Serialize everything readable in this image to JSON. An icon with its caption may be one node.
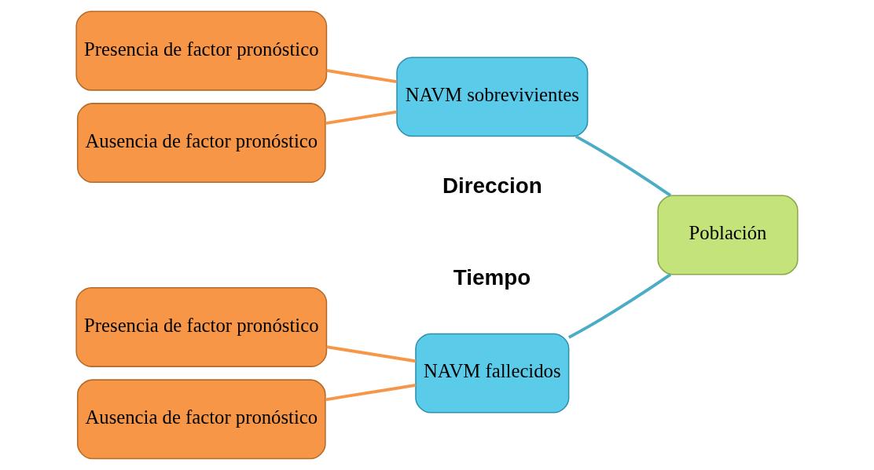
{
  "diagram": {
    "nodes": [
      {
        "text": [
          "Presencia de factor pronóstico"
        ]
      },
      {
        "text": [
          "Ausencia de factor pronóstico"
        ]
      },
      {
        "text": [
          "NAVM fallecidos"
        ]
      },
      {
        "text": [
          "Presencia de factor pronóstico"
        ]
      },
      {
        "text": [
          "Ausencia de factor pronóstico"
        ]
      },
      {
        "text": [
          "NAVM sobrevivientes"
        ]
      },
      {
        "text": [
          "Población"
        ]
      }
    ],
    "edges": [
      {
        "from": 6,
        "to": 2,
        "arrow": "none",
        "color": "#4bacc6"
      },
      {
        "from": 6,
        "to": 5,
        "arrow": "none",
        "color": "#4bacc6"
      },
      {
        "from": 2,
        "to": 0,
        "arrow": "none"
      },
      {
        "from": 2,
        "to": 1,
        "arrow": "none"
      },
      {
        "from": 5,
        "to": 3,
        "arrow": "none"
      },
      {
        "from": 5,
        "to": 4,
        "arrow": "none"
      }
    ],
    "labels": [
      "Tiempo",
      "Direccion"
    ]
  }
}
